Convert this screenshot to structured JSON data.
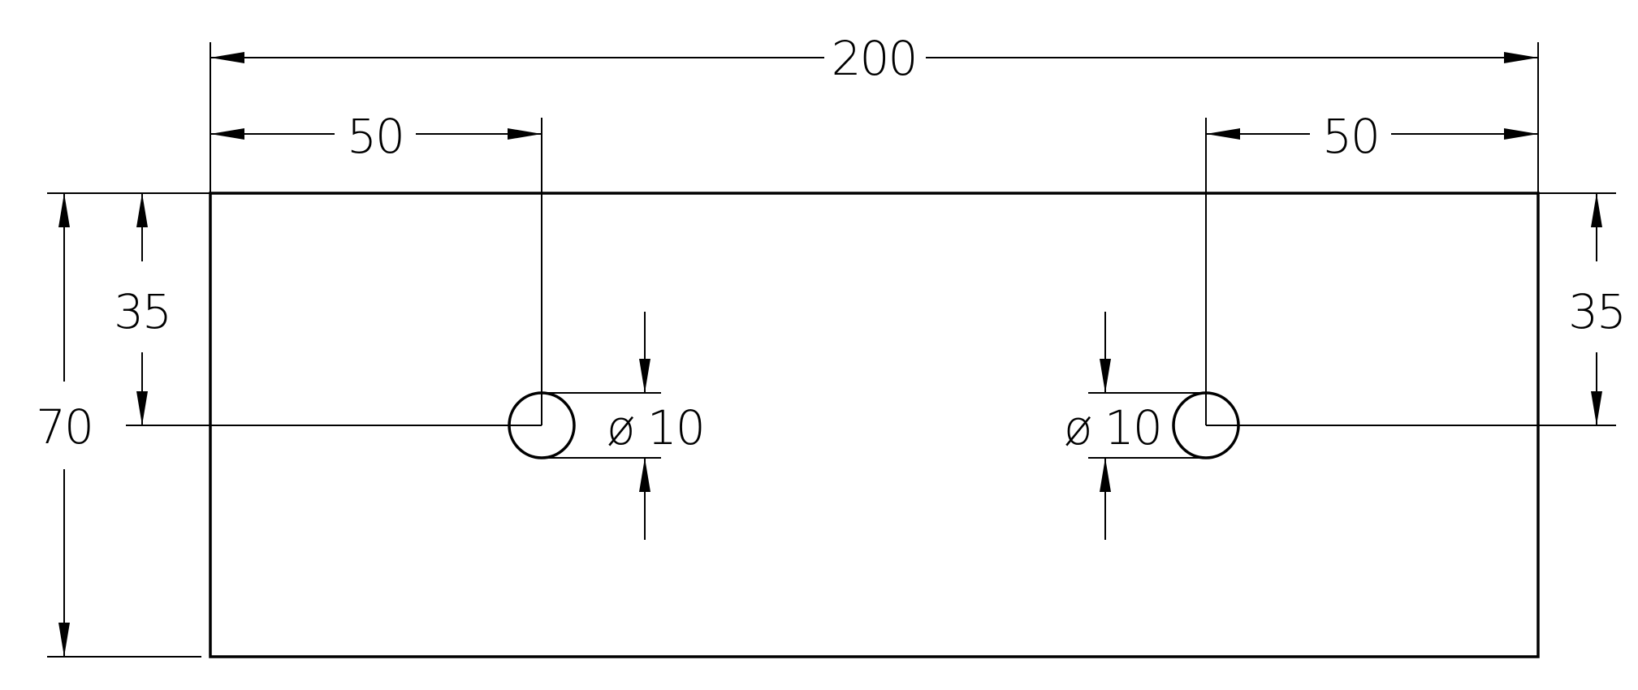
{
  "drawing": {
    "dimensions": {
      "overall_width": "200",
      "left_hole_offset": "50",
      "right_hole_offset": "50",
      "overall_height": "70",
      "left_hole_height": "35",
      "right_hole_height": "35",
      "left_hole_diameter": "ø 10",
      "right_hole_diameter": "ø 10"
    }
  }
}
